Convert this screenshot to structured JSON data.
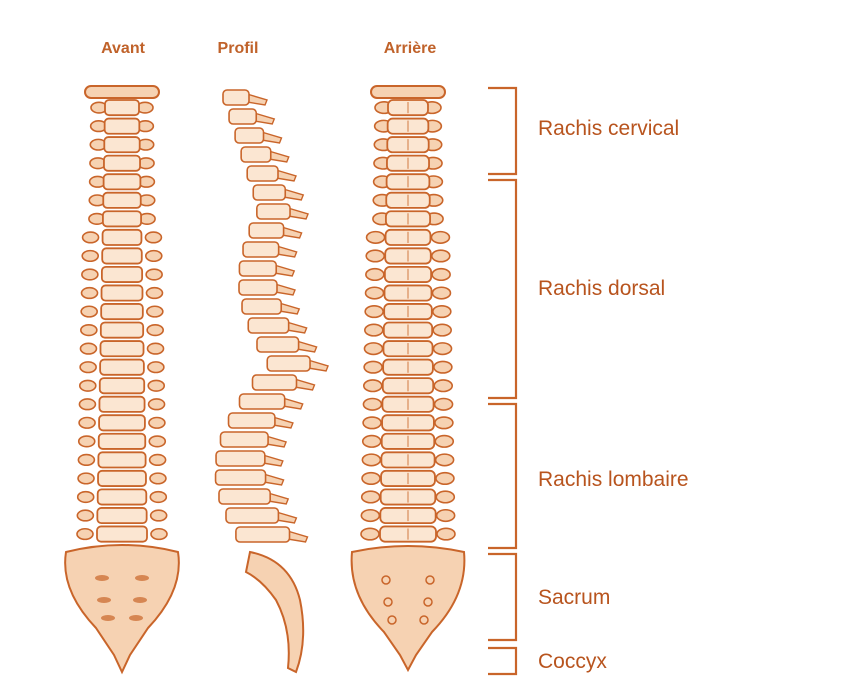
{
  "views": [
    {
      "id": "front",
      "title": "Avant"
    },
    {
      "id": "side",
      "title": "Profil"
    },
    {
      "id": "back",
      "title": "Arrière"
    }
  ],
  "regions": [
    {
      "id": "cervical",
      "label": "Rachis cervical"
    },
    {
      "id": "dorsal",
      "label": "Rachis dorsal"
    },
    {
      "id": "lombaire",
      "label": "Rachis lombaire"
    },
    {
      "id": "sacrum",
      "label": "Sacrum"
    },
    {
      "id": "coccyx",
      "label": "Coccyx"
    }
  ],
  "colors": {
    "bone_fill": "#f6d2b2",
    "bone_light": "#fbe6d2",
    "bone_outline": "#c9652a",
    "bracket": "#c9652a",
    "title_text": "#c0622a",
    "label_text": "#b8541e"
  }
}
